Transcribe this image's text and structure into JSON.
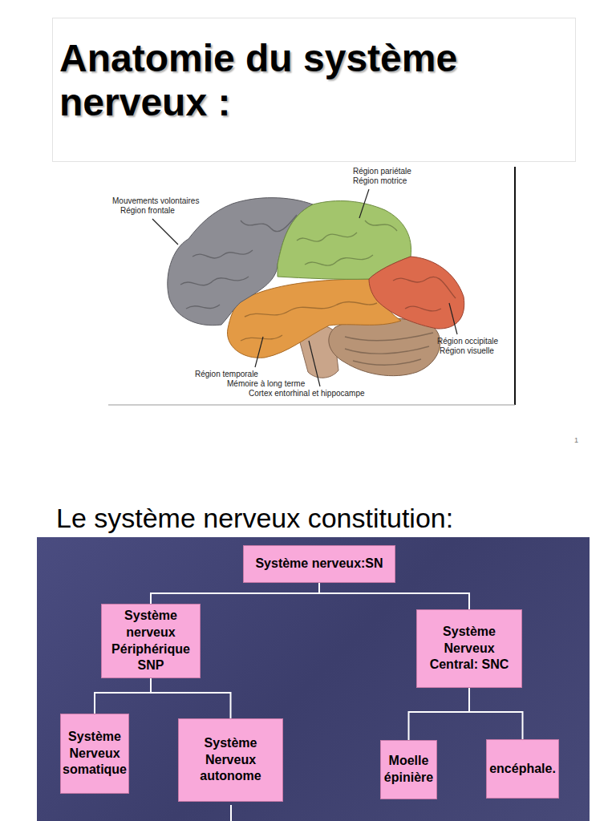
{
  "diagram": {
    "title": "Anatomie du système nerveux :",
    "nodes": [
      {
        "text": [
          "Système nerveux:SN"
        ]
      },
      {
        "text": [
          "Système nerveux Périphérique SNP"
        ]
      },
      {
        "text": [
          "Système Nerveux Central: SNC"
        ]
      },
      {
        "text": [
          "Système Nerveux somatique"
        ]
      },
      {
        "text": [
          "Système Nerveux autonome"
        ]
      },
      {
        "text": [
          "Moelle épinière"
        ]
      },
      {
        "text": [
          "encéphale."
        ]
      }
    ],
    "edges": [
      {
        "from": 0,
        "to": 1,
        "arrow": "none"
      },
      {
        "from": 0,
        "to": 2,
        "arrow": "none"
      },
      {
        "from": 1,
        "to": 3,
        "arrow": "none"
      },
      {
        "from": 1,
        "to": 4,
        "arrow": "none"
      },
      {
        "from": 2,
        "to": 5,
        "arrow": "none"
      },
      {
        "from": 2,
        "to": 6,
        "arrow": "none"
      }
    ],
    "labels": [
      "Région pariétale",
      "Région motrice",
      "Mouvements volontaires",
      "Région frontale",
      "Région occipitale",
      "Région visuelle",
      "Région temporale",
      "Mémoire à long terme",
      "Cortex entorhinal et hippocampe",
      "1",
      "Le système nerveux constitution:"
    ]
  }
}
